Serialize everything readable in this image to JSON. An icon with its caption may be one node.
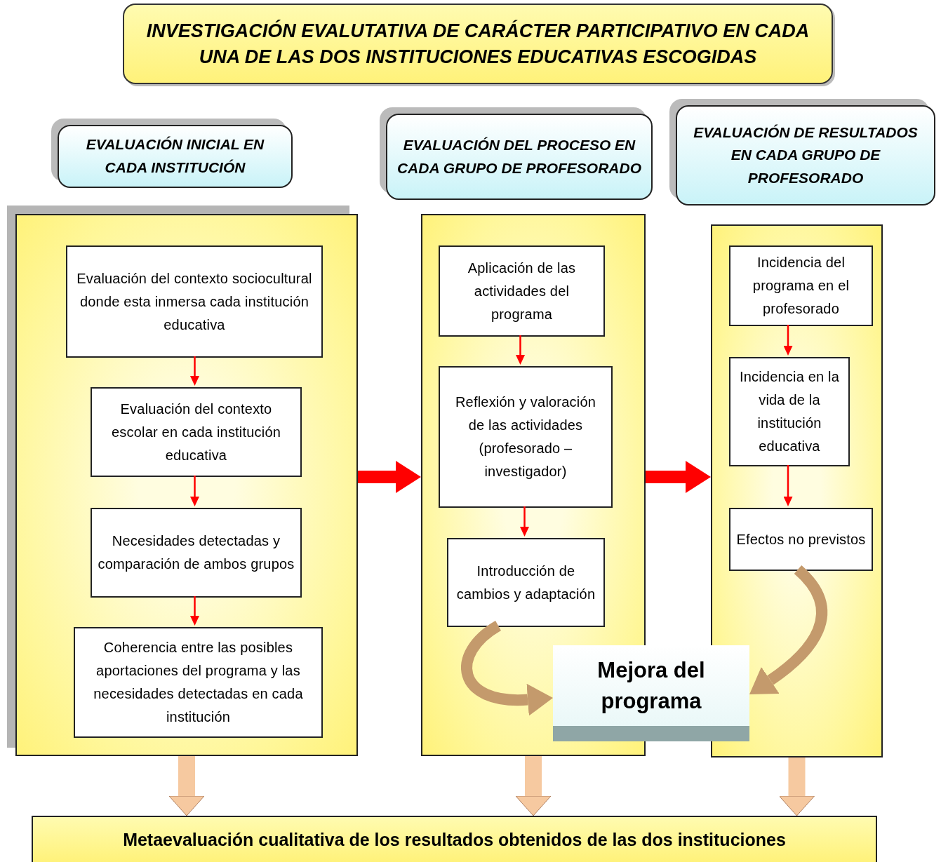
{
  "diagram": {
    "nodes": [
      {
        "text": [
          "INVESTIGACIÓN EVALUTATIVA DE CARÁCTER PARTICIPATIVO EN CADA UNA DE LAS DOS INSTITUCIONES EDUCATIVAS ESCOGIDAS"
        ]
      },
      {
        "text": [
          "EVALUACIÓN INICIAL EN CADA INSTITUCIÓN"
        ]
      },
      {
        "text": [
          "EVALUACIÓN DEL PROCESO EN CADA GRUPO DE PROFESORADO"
        ]
      },
      {
        "text": [
          "EVALUACIÓN DE RESULTADOS EN CADA GRUPO DE PROFESORADO"
        ]
      },
      {
        "text": [],
        "shape": "box"
      },
      {
        "text": [
          "Evaluación del contexto sociocultural donde esta inmersa cada institución educativa"
        ],
        "in": 4
      },
      {
        "text": [
          "Evaluación del contexto escolar en cada institución educativa"
        ],
        "in": 4
      },
      {
        "text": [
          "Necesidades detectadas y comparación de ambos grupos"
        ],
        "in": 4
      },
      {
        "text": [
          "Coherencia entre las posibles aportaciones del programa y las necesidades detectadas en cada institución"
        ],
        "in": 4
      },
      {
        "text": [],
        "shape": "box"
      },
      {
        "text": [
          "Aplicación de las actividades del programa"
        ],
        "in": 9
      },
      {
        "text": [
          "Reflexión y valoración de las actividades (profesorado – investigador)"
        ],
        "in": 9
      },
      {
        "text": [
          "Introducción de cambios y adaptación"
        ],
        "in": 9
      },
      {
        "text": [],
        "shape": "box"
      },
      {
        "text": [
          "Incidencia del programa en el profesorado"
        ],
        "in": 13
      },
      {
        "text": [
          "Incidencia en la vida de la institución educativa"
        ],
        "in": 13
      },
      {
        "text": [
          "Efectos no previstos"
        ],
        "in": 13
      },
      {
        "text": [
          "Mejora del programa"
        ]
      },
      {
        "text": [
          "Metaevaluación cualitativa de los resultados obtenidos de las dos instituciones"
        ]
      }
    ],
    "edges": [
      {
        "from": 5,
        "to": 6,
        "arrow": "to"
      },
      {
        "from": 6,
        "to": 7,
        "arrow": "to"
      },
      {
        "from": 7,
        "to": 8,
        "arrow": "to"
      },
      {
        "from": 10,
        "to": 11,
        "arrow": "to"
      },
      {
        "from": 11,
        "to": 12,
        "arrow": "to"
      },
      {
        "from": 14,
        "to": 15,
        "arrow": "to"
      },
      {
        "from": 15,
        "to": 16,
        "arrow": "to"
      },
      {
        "from": 4,
        "to": 9,
        "arrow": "to",
        "style": "thick"
      },
      {
        "from": 9,
        "to": 13,
        "arrow": "to",
        "style": "thick"
      },
      {
        "from": 12,
        "to": 17,
        "arrow": "to",
        "style": "thick",
        "color": "#c49a6c"
      },
      {
        "from": 16,
        "to": 17,
        "arrow": "to",
        "style": "thick",
        "color": "#c49a6c"
      },
      {
        "from": 4,
        "to": 18,
        "arrow": "to",
        "style": "thick",
        "color": "#f6c9a0"
      },
      {
        "from": 9,
        "to": 18,
        "arrow": "to",
        "style": "thick",
        "color": "#f6c9a0"
      },
      {
        "from": 13,
        "to": 18,
        "arrow": "to",
        "style": "thick",
        "color": "#f6c9a0"
      }
    ]
  }
}
